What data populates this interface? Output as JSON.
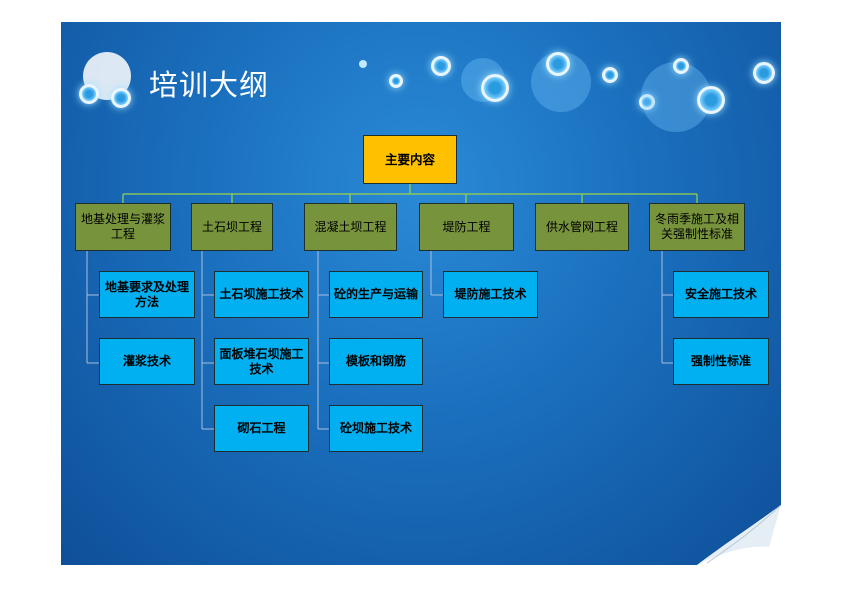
{
  "slide": {
    "title": "培训大纲"
  },
  "org_chart": {
    "root": "主要内容",
    "categories": [
      {
        "label": "地基处理与灌浆工程",
        "items": [
          "地基要求及处理方法",
          "灌浆技术"
        ]
      },
      {
        "label": "土石坝工程",
        "items": [
          "土石坝施工技术",
          "面板堆石坝施工技术",
          "砌石工程"
        ]
      },
      {
        "label": "混凝土坝工程",
        "items": [
          "砼的生产与运输",
          "模板和钢筋",
          "砼坝施工技术"
        ]
      },
      {
        "label": "堤防工程",
        "items": [
          "堤防施工技术"
        ]
      },
      {
        "label": "供水管网工程",
        "items": []
      },
      {
        "label": "冬雨季施工及相关强制性标准",
        "items": [
          "安全施工技术",
          "强制性标准"
        ]
      }
    ]
  },
  "colors": {
    "root": "#ffc000",
    "category": "#77933c",
    "item": "#00b0f0",
    "connector": "#9bd44a"
  }
}
